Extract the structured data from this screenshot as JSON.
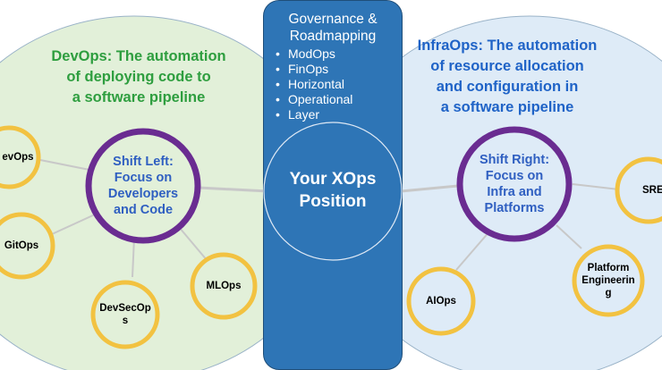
{
  "pillar": {
    "title_line1": "Governance &",
    "title_line2": "Roadmapping",
    "items": [
      "ModOps",
      "FinOps",
      "Horizontal",
      "Operational",
      "Layer"
    ],
    "center_line1": "Your XOps",
    "center_line2": "Position"
  },
  "left": {
    "heading_line1": "DevOps: The automation",
    "heading_line2": "of deploying code to",
    "heading_line3": "a software pipeline",
    "hub_line1": "Shift Left:",
    "hub_line2": "Focus on",
    "hub_line3": "Developers",
    "hub_line4": "and Code",
    "nodes": {
      "devops": "evOps",
      "gitops": "GitOps",
      "devsecops_line1": "DevSecOp",
      "devsecops_line2": "s",
      "mlops": "MLOps"
    }
  },
  "right": {
    "heading_line1": "InfraOps: The automation",
    "heading_line2": "of resource allocation",
    "heading_line3": "and configuration in",
    "heading_line4": "a software pipeline",
    "hub_line1": "Shift Right:",
    "hub_line2": "Focus on",
    "hub_line3": "Infra and",
    "hub_line4": "Platforms",
    "nodes": {
      "sre": "SRE",
      "platform_line1": "Platform",
      "platform_line2": "Engineerin",
      "platform_line3": "g",
      "aiops": "AIOps"
    }
  },
  "colors": {
    "left_circle_fill": "#e2f0d9",
    "right_circle_fill": "#deebf7",
    "pillar_fill": "#2e75b6",
    "hub_ring": "#6a2c91",
    "node_ring": "#f2c241",
    "connector": "#c8c8c8",
    "left_heading": "#2e9e3f",
    "right_heading": "#1f63c7",
    "hub_text": "#2f5fc1"
  }
}
